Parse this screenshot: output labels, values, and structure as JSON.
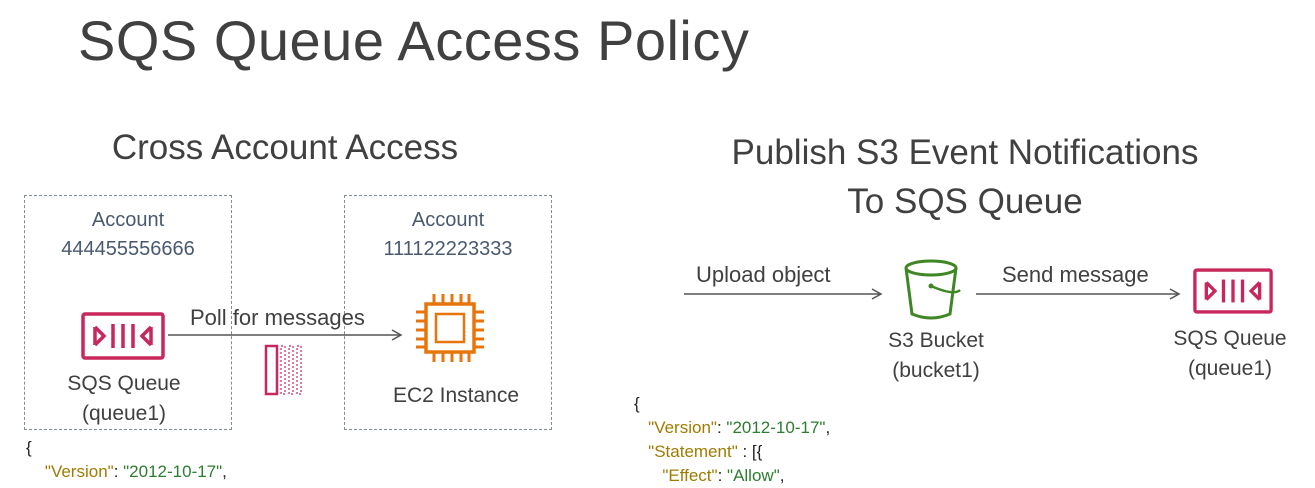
{
  "title": "SQS Queue Access Policy",
  "left": {
    "heading": "Cross Account Access",
    "account_a": {
      "label": "Account",
      "id": "444455556666"
    },
    "account_b": {
      "label": "Account",
      "id": "111122223333"
    },
    "arrow_label": "Poll for messages",
    "sqs": {
      "name": "SQS Queue",
      "sub": "(queue1)"
    },
    "ec2": {
      "name": "EC2 Instance"
    },
    "json": {
      "open": "{",
      "version_key": "\"Version\"",
      "version_sep": ": ",
      "version_val": "\"2012-10-17\"",
      "version_end": ","
    }
  },
  "right": {
    "heading_line1": "Publish S3 Event Notifications",
    "heading_line2": "To SQS Queue",
    "upload_label": "Upload object",
    "send_label": "Send message",
    "s3": {
      "name": "S3 Bucket",
      "sub": "(bucket1)"
    },
    "sqs": {
      "name": "SQS Queue",
      "sub": "(queue1)"
    },
    "json": {
      "open": "{",
      "version_key": "\"Version\"",
      "version_sep": ": ",
      "version_val": "\"2012-10-17\"",
      "version_end": ",",
      "statement_key": "\"Statement\"",
      "statement_sep": " : [{",
      "effect_key": "\"Effect\"",
      "effect_sep": ": ",
      "effect_val": "\"Allow\"",
      "effect_end": ","
    }
  },
  "colors": {
    "sqs": "#c7275a",
    "ec2": "#e8750b",
    "s3": "#3f8624",
    "account_border": "#7f8c99",
    "json_key": "#a07b00",
    "json_value": "#2e7d32"
  }
}
